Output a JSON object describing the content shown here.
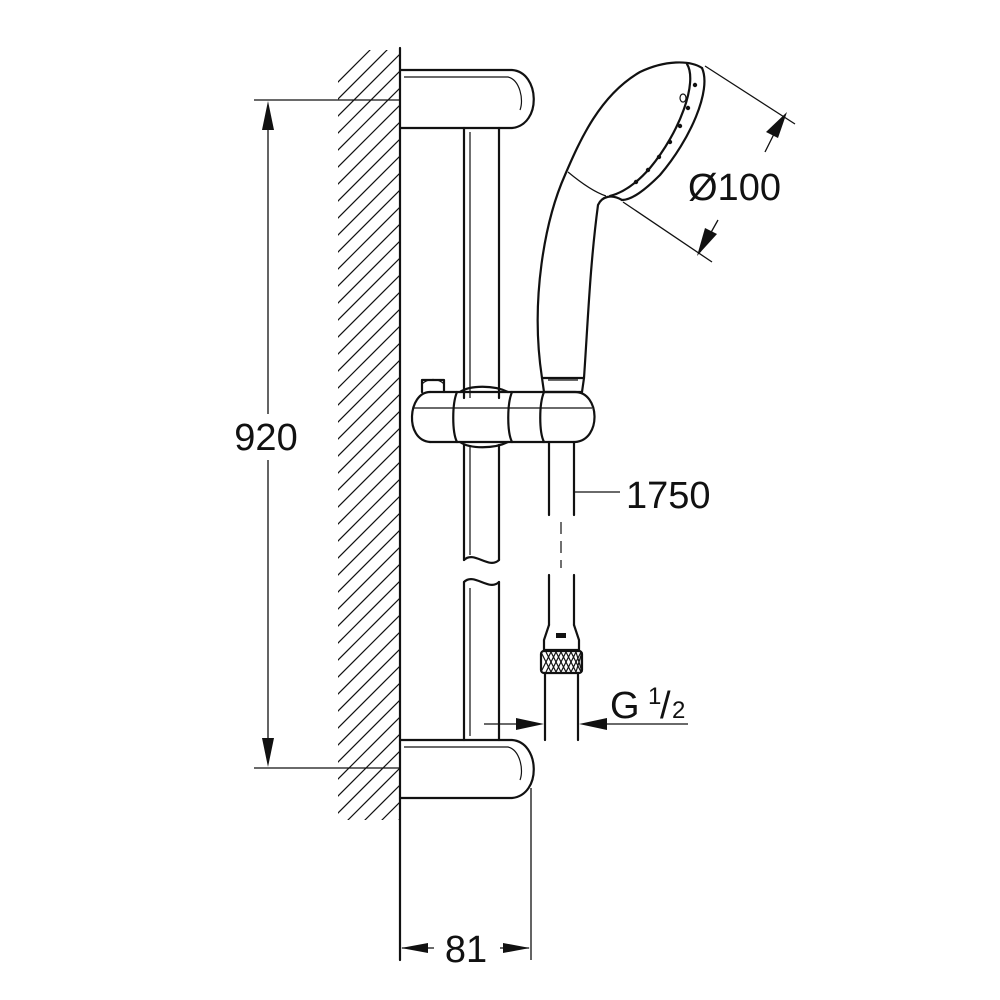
{
  "dimensions": {
    "rail_length": "920",
    "wall_projection": "81",
    "hand_shower_diameter": "Ø100",
    "hose_length": "1750",
    "thread_letter": "G",
    "thread_numerator": "1",
    "thread_slash": "/",
    "thread_denominator": "2"
  }
}
